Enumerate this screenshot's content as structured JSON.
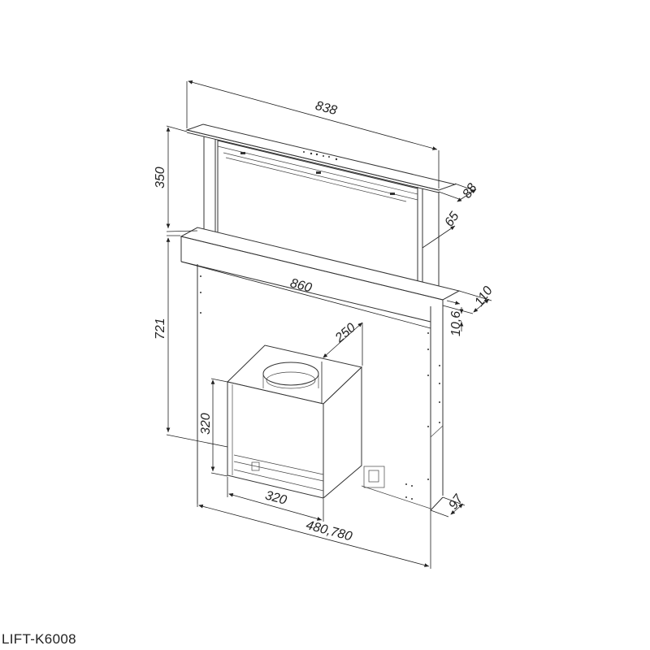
{
  "drawing": {
    "model_name": "LIFT-K6008",
    "units": "mm",
    "dimensions": {
      "top_width": "838",
      "top_depth": "88",
      "panel_height": "350",
      "column_depth": "65",
      "base_width": "860",
      "base_depth": "110",
      "base_thickness": "10,6",
      "body_height": "721",
      "motor_depth": "250",
      "motor_height": "320",
      "motor_width": "320",
      "total_depth": "480,780",
      "bottom_depth": "97"
    }
  }
}
